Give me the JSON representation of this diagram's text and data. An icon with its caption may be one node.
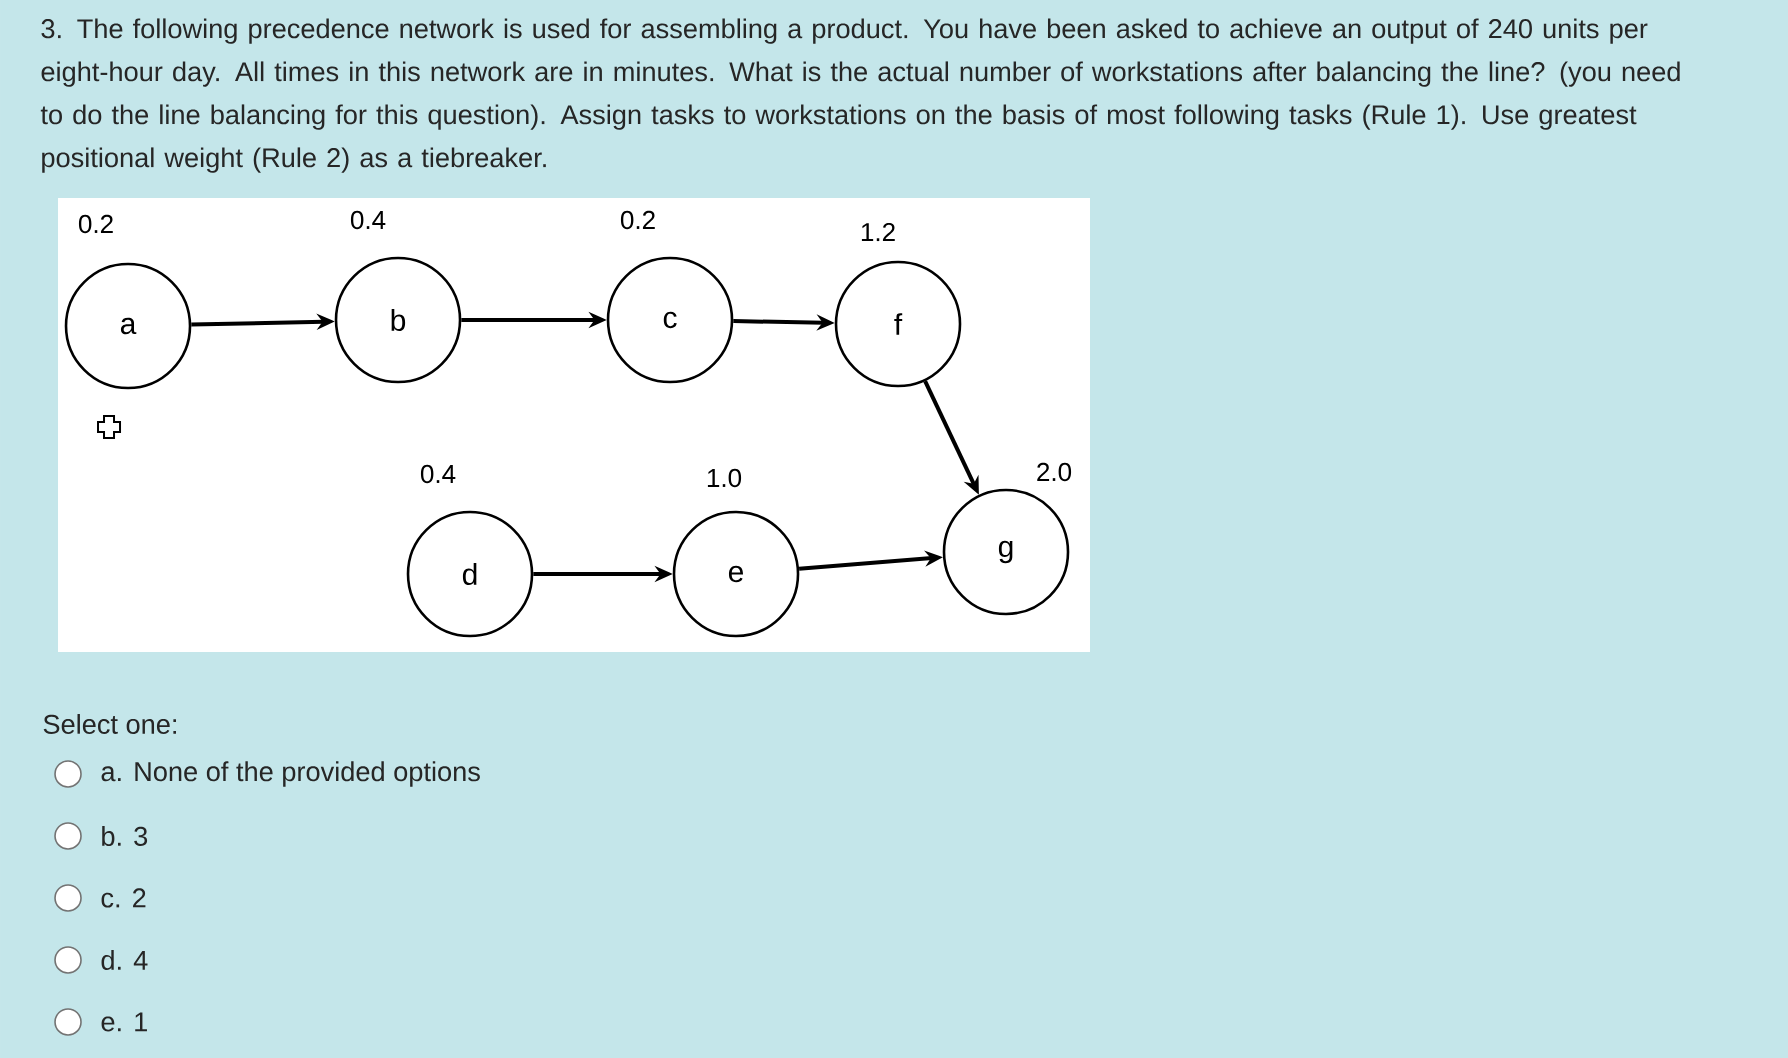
{
  "diagram": {
    "title": "3. The following precedence network is used for assembling a product. You have been asked to achieve an output of 240 units per eight-hour day. All times in this network are in minutes. What is the actual number of workstations after balancing the line? (you need to do the line balancing for this question). Assign tasks to workstations on the basis of most following tasks (Rule 1). Use greatest positional weight (Rule 2) as a tiebreaker.",
    "nodes": [
      {
        "text": [
          "a"
        ],
        "beside": [
          "0.2"
        ]
      },
      {
        "text": [
          "b"
        ],
        "beside": [
          "0.4"
        ]
      },
      {
        "text": [
          "c"
        ],
        "beside": [
          "0.2"
        ]
      },
      {
        "text": [
          "f"
        ],
        "beside": [
          "1.2"
        ]
      },
      {
        "text": [
          "d"
        ],
        "beside": [
          "0.4"
        ]
      },
      {
        "text": [
          "e"
        ],
        "beside": [
          "1.0"
        ]
      },
      {
        "text": [
          "g"
        ],
        "beside": [
          "2.0"
        ]
      }
    ],
    "edges": [
      {
        "from": 0,
        "to": 1,
        "arrow": "to"
      },
      {
        "from": 1,
        "to": 2,
        "arrow": "to"
      },
      {
        "from": 2,
        "to": 3,
        "arrow": "to"
      },
      {
        "from": 3,
        "to": 6,
        "arrow": "to"
      },
      {
        "from": 4,
        "to": 5,
        "arrow": "to"
      },
      {
        "from": 5,
        "to": 6,
        "arrow": "to"
      }
    ],
    "labels": [
      "Select one:",
      "a. None of the provided options",
      "b. 3",
      "c. 2",
      "d. 4",
      "e. 1"
    ]
  }
}
